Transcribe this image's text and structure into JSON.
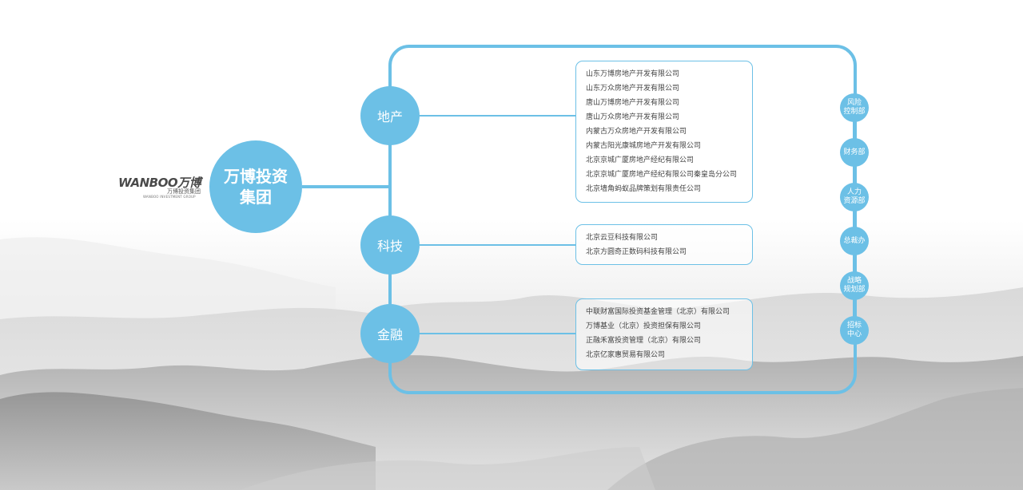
{
  "logo": {
    "wordmark": "WANBOO万博",
    "cn": "万博投资集团",
    "en": "WANBOO INVESTMENT GROUP"
  },
  "root": {
    "line1": "万博投资",
    "line2": "集团"
  },
  "branches": [
    {
      "label": "地产",
      "companies": [
        "山东万博房地产开发有限公司",
        "山东万众房地产开发有限公司",
        "唐山万博房地产开发有限公司",
        "唐山万众房地产开发有限公司",
        "内蒙古万众房地产开发有限公司",
        "内蒙古阳光康城房地产开发有限公司",
        "北京京城广厦房地产经纪有限公司",
        "北京京城广厦房地产经纪有限公司秦皇岛分公司",
        "北京墙角蚂蚁品牌策划有限责任公司"
      ]
    },
    {
      "label": "科技",
      "companies": [
        "北京云豆科技有限公司",
        "北京方圆奇正数码科技有限公司"
      ]
    },
    {
      "label": "金融",
      "companies": [
        "中联财富国际投资基金管理（北京）有限公司",
        "万博基业（北京）投资担保有限公司",
        "正融禾富投资管理（北京）有限公司",
        "北京亿家惠贸易有限公司"
      ]
    }
  ],
  "departments": [
    {
      "line1": "风险",
      "line2": "控制部"
    },
    {
      "line1": "财务部",
      "line2": ""
    },
    {
      "line1": "人力",
      "line2": "资源部"
    },
    {
      "line1": "总裁办",
      "line2": ""
    },
    {
      "line1": "战略",
      "line2": "规划部"
    },
    {
      "line1": "招标",
      "line2": "中心"
    }
  ],
  "colors": {
    "accent": "#6cc0e6",
    "text": "#444444"
  }
}
